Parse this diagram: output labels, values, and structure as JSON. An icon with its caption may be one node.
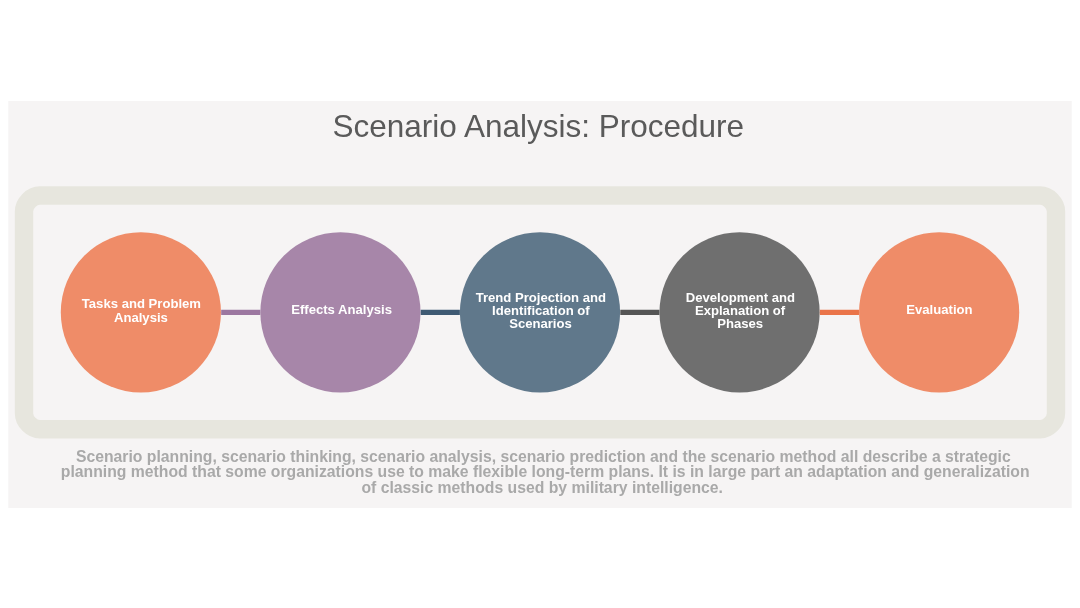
{
  "diagram": {
    "title": "Scenario Analysis: Procedure",
    "caption": "Scenario planning, scenario thinking, scenario analysis, scenario prediction and the scenario method all describe a strategic planning method that some organizations use to make flexible long-term plans. It is in large part an adaptation and generalization of classic methods used by military intelligence.",
    "nodes": [
      {
        "text": [],
        "shape": "box"
      },
      {
        "text": [
          "Tasks and Problem Analysis"
        ],
        "in": 0
      },
      {
        "text": [
          "Effects Analysis"
        ],
        "in": 0
      },
      {
        "text": [
          "Trend Projection and Identification of Scenarios"
        ],
        "in": 0
      },
      {
        "text": [
          "Development and Explanation of Phases"
        ],
        "in": 0
      },
      {
        "text": [
          "Evaluation"
        ],
        "in": 0
      }
    ],
    "edges": [
      {
        "from": 1,
        "to": 2,
        "arrow": "none",
        "color": "#9c77a0"
      },
      {
        "from": 2,
        "to": 3,
        "arrow": "none",
        "color": "#3f5a73"
      },
      {
        "from": 3,
        "to": 4,
        "arrow": "none",
        "color": "#555555"
      },
      {
        "from": 4,
        "to": 5,
        "arrow": "none",
        "color": "#ea7449"
      }
    ]
  }
}
